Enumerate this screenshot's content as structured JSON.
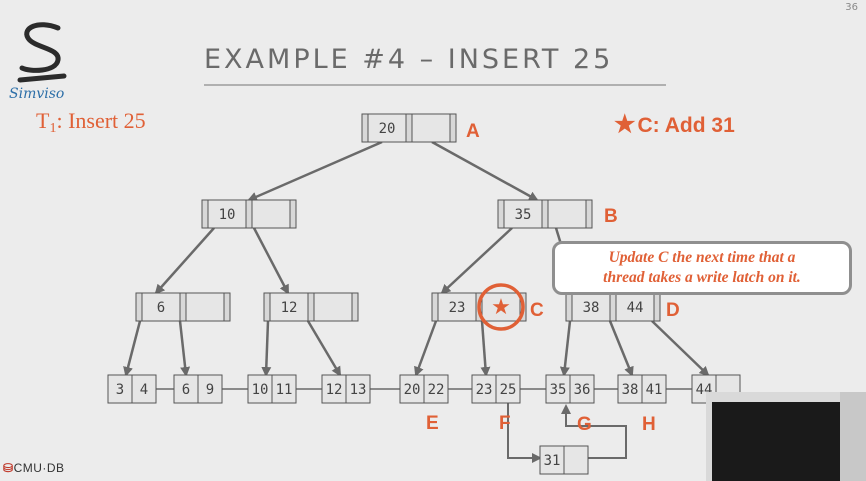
{
  "page_number": "36",
  "title": "EXAMPLE #4 – INSERT 25",
  "logo_text": "Simviso",
  "transaction": {
    "name": "T",
    "subscript": "1",
    "action": ": Insert 25"
  },
  "pending_note": {
    "icon": "star-icon",
    "text": "C: Add 31"
  },
  "callout": {
    "line1": "Update C the next time that a",
    "line2": "thread takes a write latch on it."
  },
  "node_labels": {
    "A": "A",
    "B": "B",
    "C": "C",
    "D": "D",
    "E": "E",
    "F": "F",
    "G": "G",
    "H": "H"
  },
  "tree": {
    "root": {
      "keys": [
        "20",
        ""
      ]
    },
    "inner_left": {
      "keys": [
        "10",
        ""
      ]
    },
    "inner_right": {
      "keys": [
        "35",
        ""
      ]
    },
    "level2": [
      {
        "keys": [
          "6",
          ""
        ]
      },
      {
        "keys": [
          "12",
          ""
        ]
      },
      {
        "keys": [
          "23",
          "star"
        ]
      },
      {
        "keys": [
          "38",
          "44"
        ]
      }
    ],
    "leaves": [
      [
        "3",
        "4"
      ],
      [
        "6",
        "9"
      ],
      [
        "10",
        "11"
      ],
      [
        "12",
        "13"
      ],
      [
        "20",
        "22"
      ],
      [
        "23",
        "25"
      ],
      [
        "35",
        "36"
      ],
      [
        "38",
        "41"
      ],
      [
        "44",
        ""
      ]
    ],
    "overflow_leaf": [
      "31",
      ""
    ]
  },
  "footer_brand": "CMU·DB",
  "colors": {
    "accent": "#e06036",
    "node_fill": "#d8d8d8",
    "edge": "#6a6a6a",
    "background": "#ececec"
  }
}
